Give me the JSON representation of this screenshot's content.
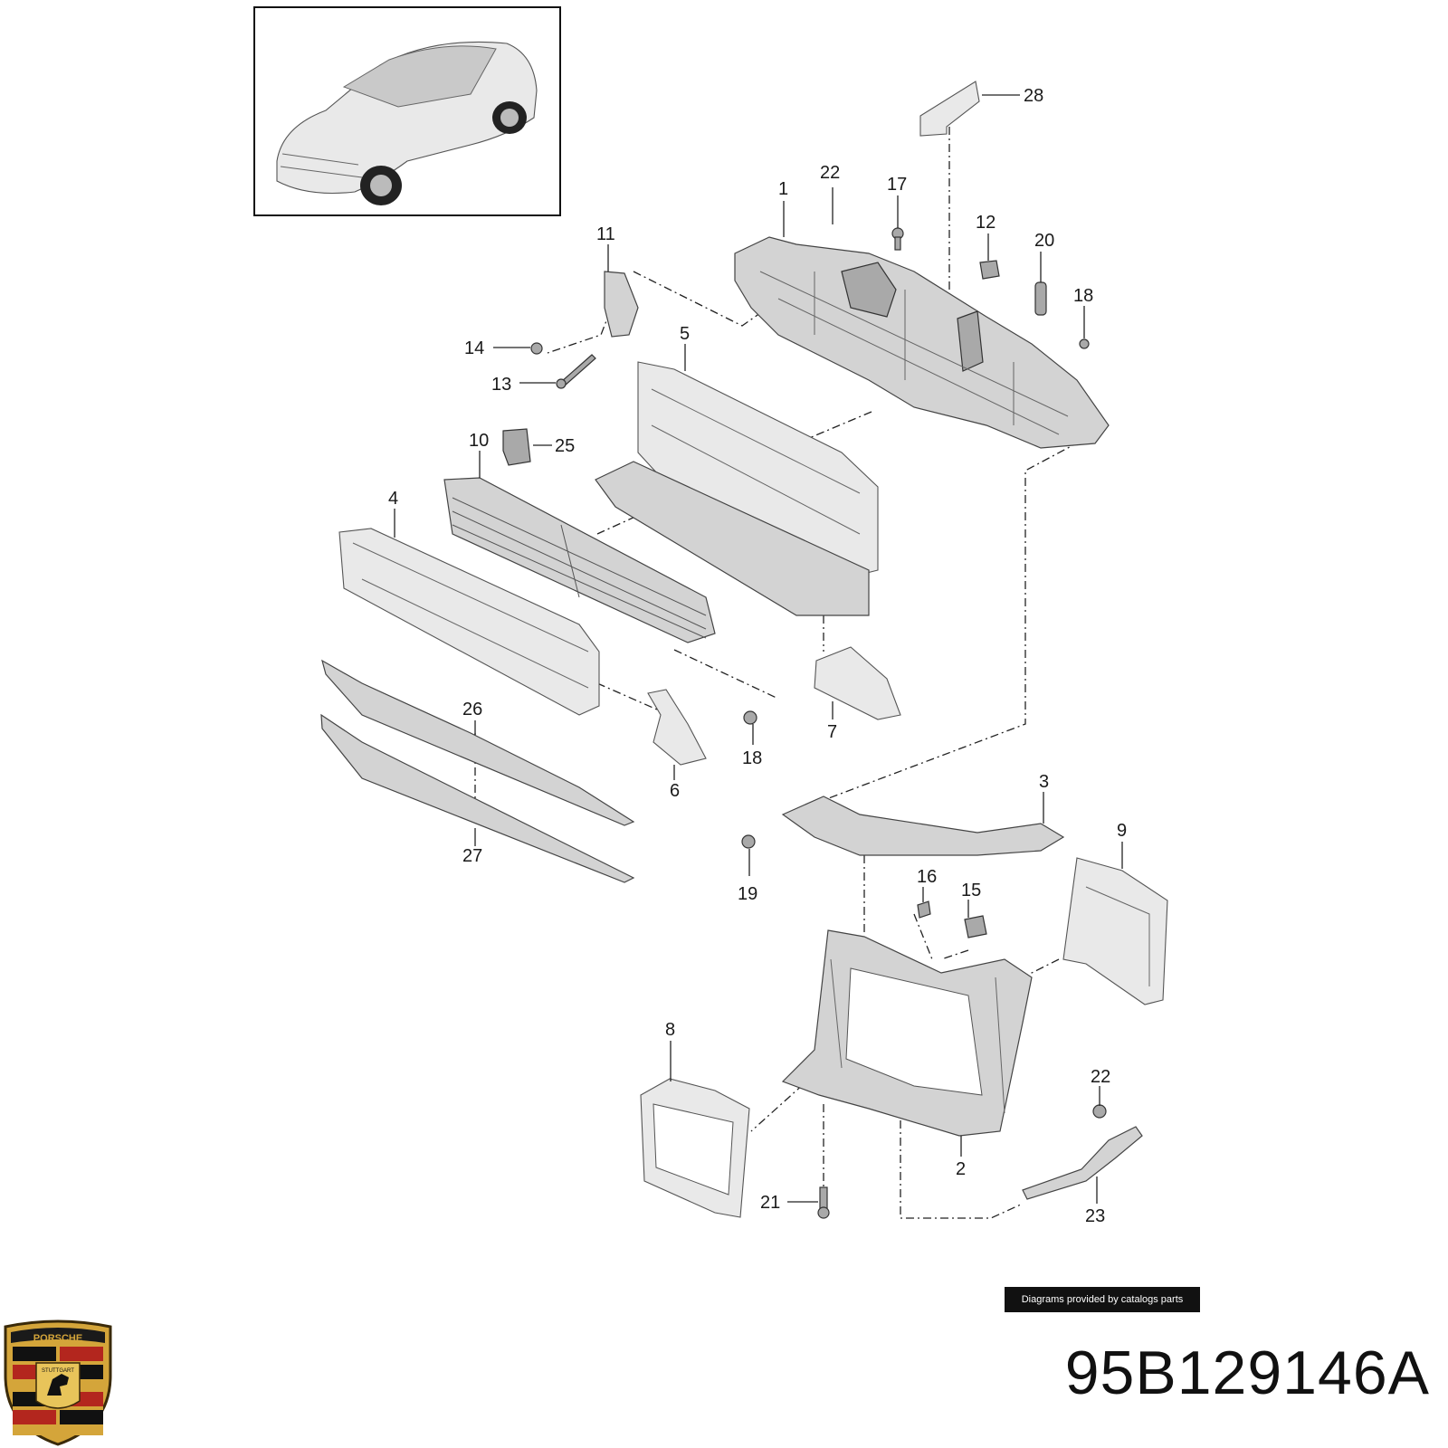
{
  "part_number": "95B129146A",
  "credit": "Diagrams provided by catalogs parts",
  "logo": {
    "text_top": "PORSCHE",
    "text_mid": "STUTTGART"
  },
  "callouts": [
    "28",
    "1",
    "22",
    "17",
    "12",
    "20",
    "18",
    "11",
    "14",
    "13",
    "5",
    "10",
    "25",
    "4",
    "26",
    "6",
    "18",
    "7",
    "27",
    "3",
    "9",
    "19",
    "16",
    "15",
    "8",
    "22",
    "2",
    "21",
    "23"
  ]
}
